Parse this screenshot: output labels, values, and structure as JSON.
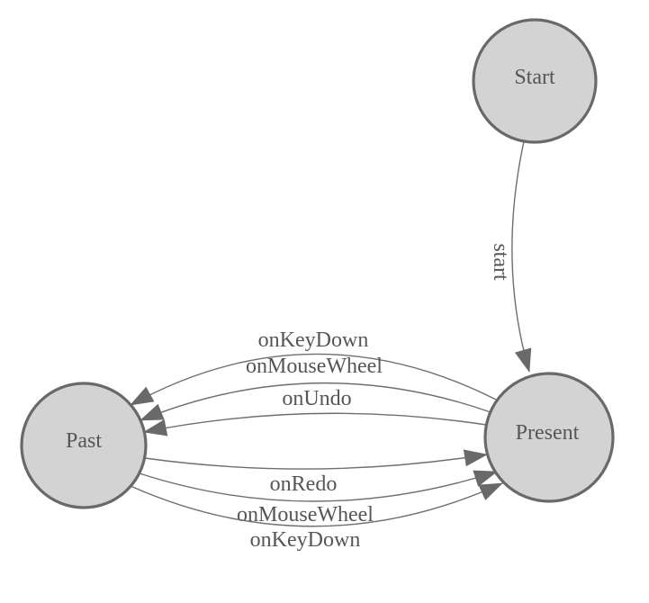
{
  "diagram": {
    "type": "state-machine",
    "background_color": "#ffffff",
    "node_fill_color": "#d3d3d3",
    "node_border_color": "#696969",
    "edge_line_color": "#6e6e6e",
    "arrowhead_color": "#696969",
    "label_text_color": "#565656",
    "nodes": [
      {
        "id": "start",
        "label": "Start"
      },
      {
        "id": "present",
        "label": "Present"
      },
      {
        "id": "past",
        "label": "Past"
      }
    ],
    "edges": [
      {
        "from": "Start",
        "to": "Present",
        "label": "start"
      },
      {
        "from": "Present",
        "to": "Past",
        "label": "onKeyDown"
      },
      {
        "from": "Present",
        "to": "Past",
        "label": "onMouseWheel"
      },
      {
        "from": "Present",
        "to": "Past",
        "label": "onUndo"
      },
      {
        "from": "Past",
        "to": "Present",
        "label": "onRedo"
      },
      {
        "from": "Past",
        "to": "Present",
        "label": "onMouseWheel"
      },
      {
        "from": "Past",
        "to": "Present",
        "label": "onKeyDown"
      }
    ]
  }
}
